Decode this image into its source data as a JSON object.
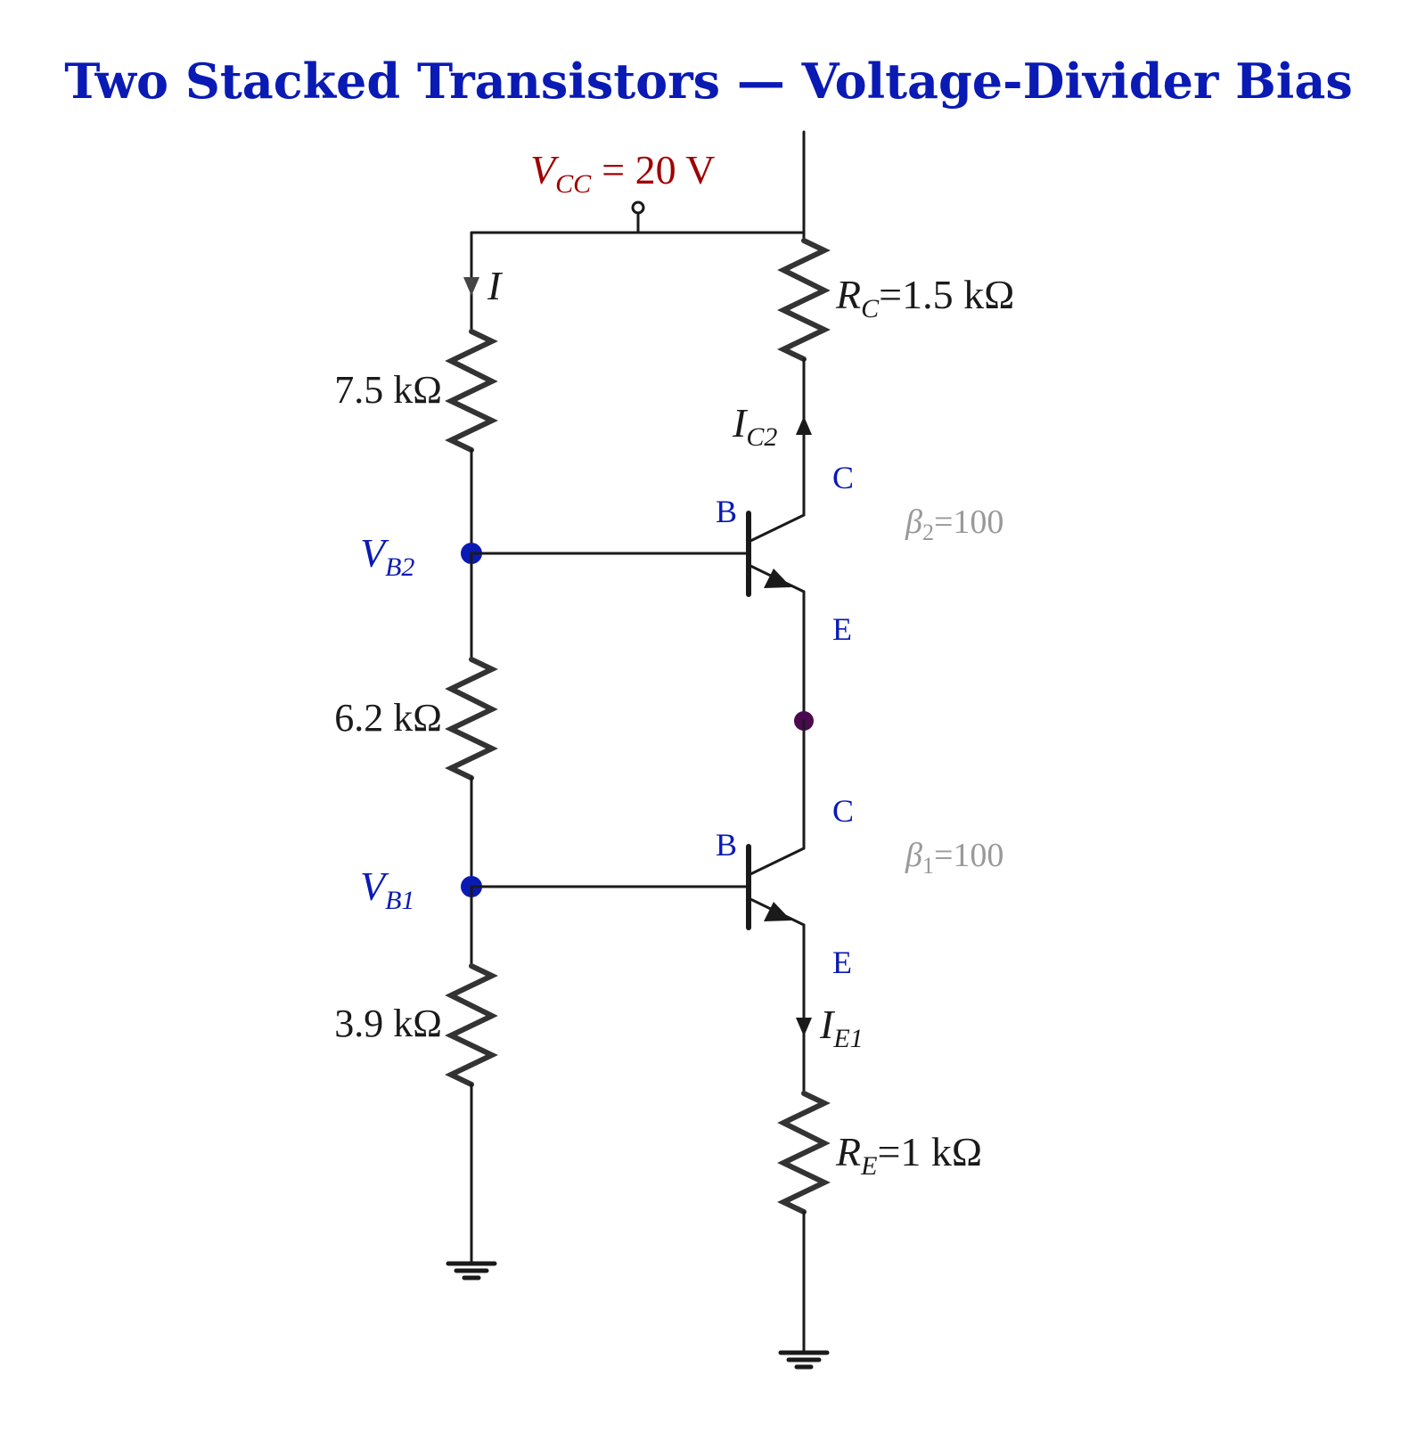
{
  "title": "Two Stacked Transistors — Voltage-Divider Bias",
  "colors": {
    "title": "#0a1ab4",
    "supply": "#a00000",
    "node": "#0a1ab4",
    "midnode": "#4b0a50",
    "beta": "#999999",
    "text": "#1a1a1a"
  },
  "supply": {
    "label_var": "V",
    "label_sub": "CC",
    "label_val": "= 20 V"
  },
  "currents": {
    "divider": {
      "var": "I",
      "sub": ""
    },
    "collector2": {
      "var": "I",
      "sub": "C2"
    },
    "emitter1": {
      "var": "I",
      "sub": "E1"
    }
  },
  "resistors": {
    "r_top": "7.5 kΩ",
    "r_mid": "6.2 kΩ",
    "r_bot": "3.9 kΩ",
    "rc": {
      "var": "R",
      "sub": "C",
      "val": "=1.5 kΩ"
    },
    "re": {
      "var": "R",
      "sub": "E",
      "val": "=1 kΩ"
    }
  },
  "nodes": {
    "vb2": {
      "var": "V",
      "sub": "B2"
    },
    "vb1": {
      "var": "V",
      "sub": "B1"
    }
  },
  "transistors": [
    {
      "base": "B",
      "collector": "C",
      "emitter": "E",
      "beta_sym": "β",
      "beta_sub": "2",
      "beta_val": "=100"
    },
    {
      "base": "B",
      "collector": "C",
      "emitter": "E",
      "beta_sym": "β",
      "beta_sub": "1",
      "beta_val": "=100"
    }
  ]
}
